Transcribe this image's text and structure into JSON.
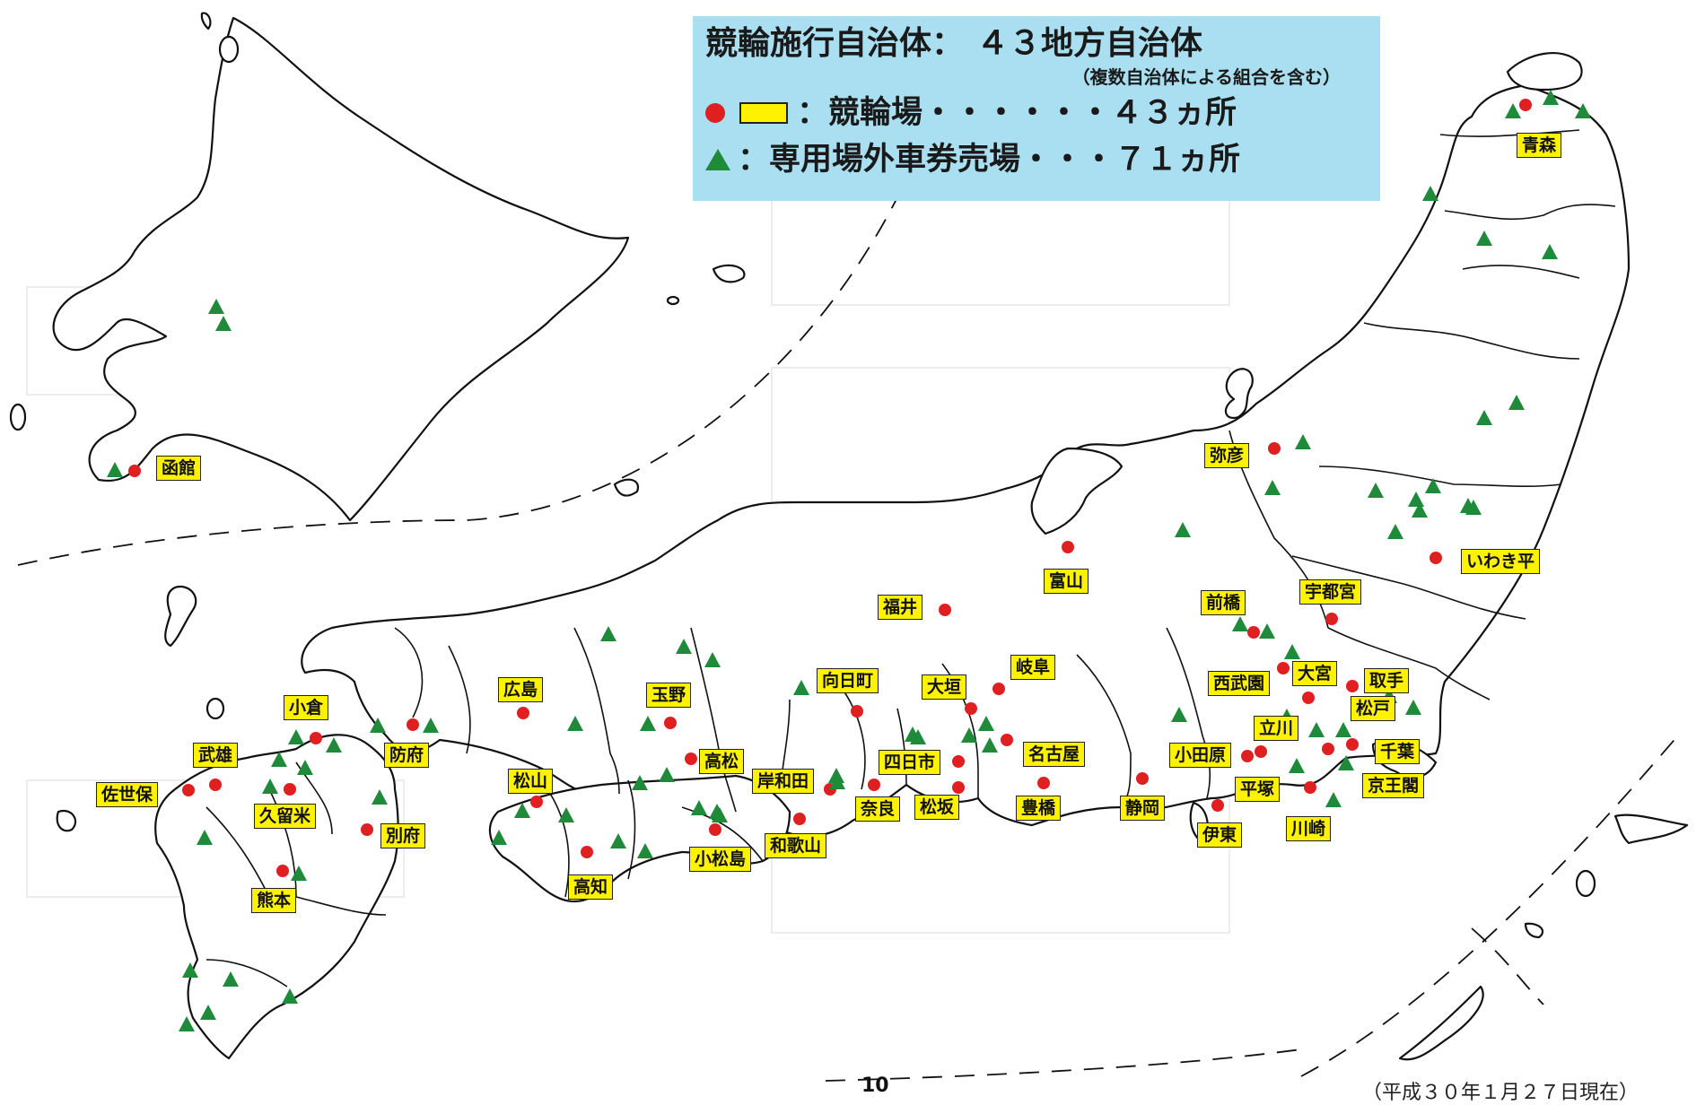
{
  "legend": {
    "title_label": "競輪施行自治体：",
    "title_value": "４３地方自治体",
    "note": "（複数自治体による組合を含む）",
    "track_label": "：競輪場・・・・・・４３ヵ所",
    "outlet_label": "：専用場外車券売場・・・７１ヵ所"
  },
  "colors": {
    "track": "#e02020",
    "outlet": "#1f8a3a",
    "label_bg": "#fff200",
    "legend_bg": "#a9dff0"
  },
  "tracks": [
    {
      "name": "函館"
    },
    {
      "name": "青森"
    },
    {
      "name": "弥彦"
    },
    {
      "name": "いわき平"
    },
    {
      "name": "富山"
    },
    {
      "name": "福井"
    },
    {
      "name": "前橋"
    },
    {
      "name": "宇都宮"
    },
    {
      "name": "西武園"
    },
    {
      "name": "大宮"
    },
    {
      "name": "取手"
    },
    {
      "name": "松戸"
    },
    {
      "name": "立川"
    },
    {
      "name": "千葉"
    },
    {
      "name": "小田原"
    },
    {
      "name": "平塚"
    },
    {
      "name": "京王閣"
    },
    {
      "name": "川崎"
    },
    {
      "name": "伊東"
    },
    {
      "name": "静岡"
    },
    {
      "name": "豊橋"
    },
    {
      "name": "名古屋"
    },
    {
      "name": "岐阜"
    },
    {
      "name": "大垣"
    },
    {
      "name": "向日町"
    },
    {
      "name": "四日市"
    },
    {
      "name": "松坂"
    },
    {
      "name": "奈良"
    },
    {
      "name": "岸和田"
    },
    {
      "name": "和歌山"
    },
    {
      "name": "広島"
    },
    {
      "name": "玉野"
    },
    {
      "name": "高松"
    },
    {
      "name": "小松島"
    },
    {
      "name": "高知"
    },
    {
      "name": "松山"
    },
    {
      "name": "防府"
    },
    {
      "name": "小倉"
    },
    {
      "name": "別府"
    },
    {
      "name": "武雄"
    },
    {
      "name": "佐世保"
    },
    {
      "name": "久留米"
    },
    {
      "name": "熊本"
    }
  ],
  "page_number": "10",
  "as_of": "（平成３０年１月２７日現在）"
}
